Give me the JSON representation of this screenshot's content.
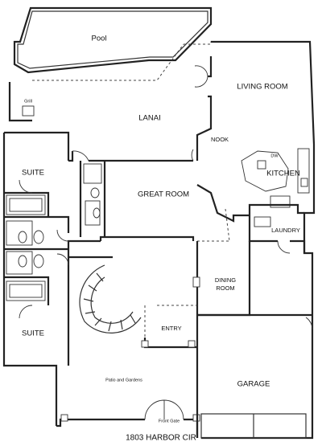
{
  "labels": {
    "pool": "Pool",
    "living_room": "LIVING ROOM",
    "lanai": "LANAI",
    "grill": "Grill",
    "nook": "NOOK",
    "dw": "DW",
    "kitchen": "KITCHEN",
    "suite_top": "SUITE",
    "great_room": "GREAT ROOM",
    "laundry": "LAUNDRY",
    "dining_room_line1": "DINING",
    "dining_room_line2": "ROOM",
    "suite_bottom": "SUITE",
    "entry": "ENTRY",
    "patio": "Patio and Gardens",
    "garage": "GARAGE",
    "front_gate": "Front Gate"
  },
  "address": "1803 HARBOR CIR"
}
